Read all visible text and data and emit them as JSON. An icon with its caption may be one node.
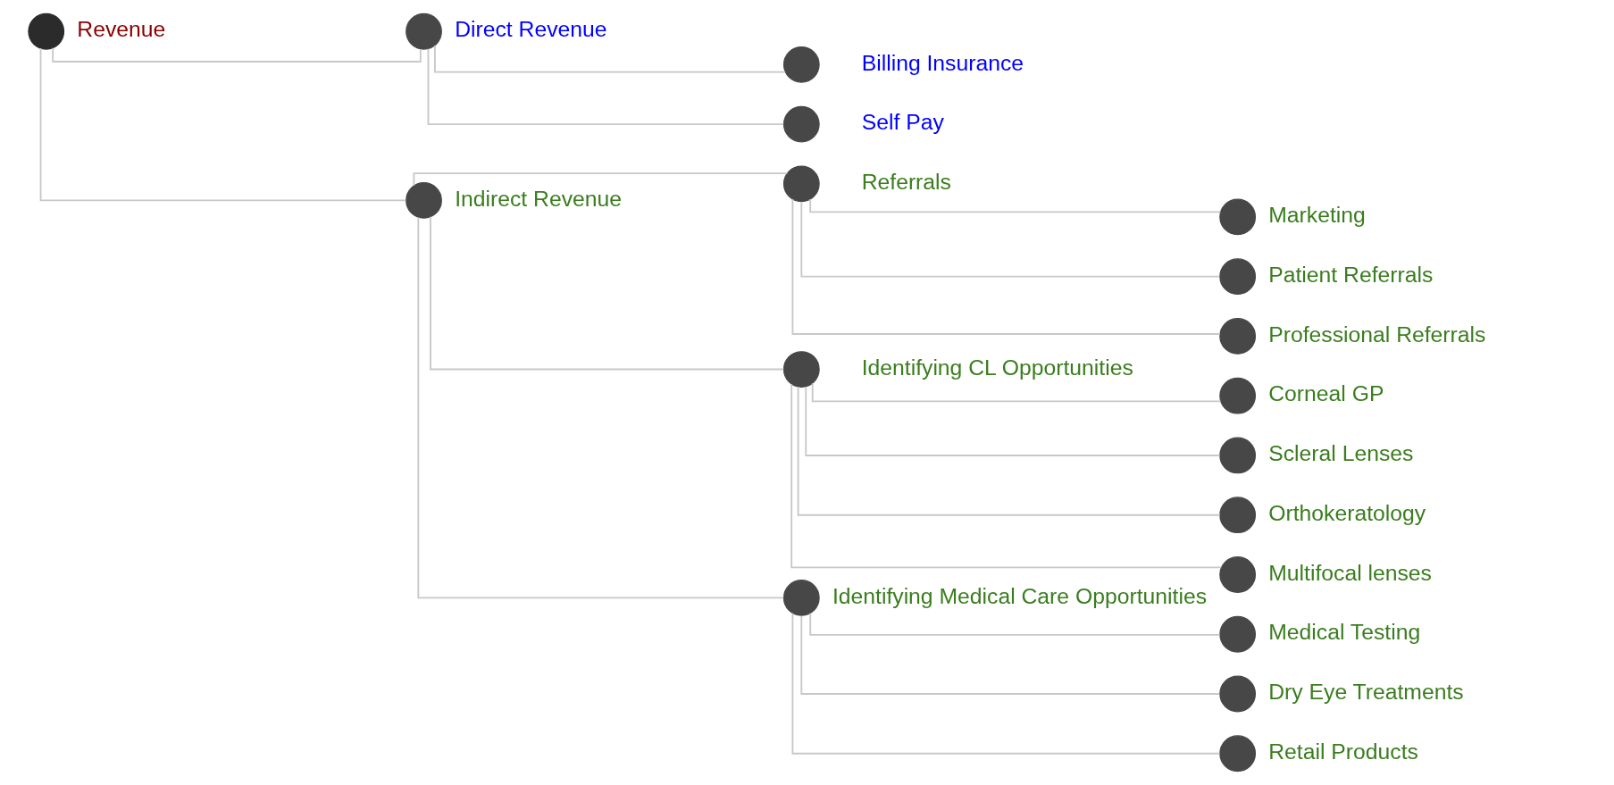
{
  "diagram": {
    "nodes": [
      {
        "text": [],
        "shape": "circle",
        "beside": [
          "Revenue"
        ]
      },
      {
        "text": [],
        "shape": "circle",
        "beside": [
          "Direct Revenue"
        ]
      },
      {
        "text": [],
        "shape": "circle",
        "beside": [
          "Billing Insurance"
        ]
      },
      {
        "text": [],
        "shape": "circle",
        "beside": [
          "Self Pay"
        ]
      },
      {
        "text": [],
        "shape": "circle",
        "beside": [
          "Indirect Revenue"
        ]
      },
      {
        "text": [],
        "shape": "circle",
        "beside": [
          "Referrals"
        ]
      },
      {
        "text": [],
        "shape": "circle",
        "beside": [
          "Marketing"
        ]
      },
      {
        "text": [],
        "shape": "circle",
        "beside": [
          "Patient Referrals"
        ]
      },
      {
        "text": [],
        "shape": "circle",
        "beside": [
          "Professional Referrals"
        ]
      },
      {
        "text": [],
        "shape": "circle",
        "beside": [
          "Identifying CL Opportunities"
        ]
      },
      {
        "text": [],
        "shape": "circle",
        "beside": [
          "Corneal GP"
        ]
      },
      {
        "text": [],
        "shape": "circle",
        "beside": [
          "Scleral Lenses"
        ]
      },
      {
        "text": [],
        "shape": "circle",
        "beside": [
          "Orthokeratology"
        ]
      },
      {
        "text": [],
        "shape": "circle",
        "beside": [
          "Multifocal lenses"
        ]
      },
      {
        "text": [],
        "shape": "circle",
        "beside": [
          "Identifying Medical Care Opportunities"
        ]
      },
      {
        "text": [],
        "shape": "circle",
        "beside": [
          "Medical Testing"
        ]
      },
      {
        "text": [],
        "shape": "circle",
        "beside": [
          "Dry Eye Treatments"
        ]
      },
      {
        "text": [],
        "shape": "circle",
        "beside": [
          "Retail Products"
        ]
      }
    ],
    "edges": [
      {
        "from": 0,
        "to": 1,
        "arrow": "none"
      },
      {
        "from": 0,
        "to": 4,
        "arrow": "none"
      },
      {
        "from": 1,
        "to": 2,
        "arrow": "none"
      },
      {
        "from": 1,
        "to": 3,
        "arrow": "none"
      },
      {
        "from": 4,
        "to": 5,
        "arrow": "none"
      },
      {
        "from": 4,
        "to": 9,
        "arrow": "none"
      },
      {
        "from": 4,
        "to": 14,
        "arrow": "none"
      },
      {
        "from": 5,
        "to": 6,
        "arrow": "none"
      },
      {
        "from": 5,
        "to": 7,
        "arrow": "none"
      },
      {
        "from": 5,
        "to": 8,
        "arrow": "none"
      },
      {
        "from": 9,
        "to": 10,
        "arrow": "none"
      },
      {
        "from": 9,
        "to": 11,
        "arrow": "none"
      },
      {
        "from": 9,
        "to": 12,
        "arrow": "none"
      },
      {
        "from": 9,
        "to": 13,
        "arrow": "none"
      },
      {
        "from": 14,
        "to": 15,
        "arrow": "none"
      },
      {
        "from": 14,
        "to": 16,
        "arrow": "none"
      },
      {
        "from": 14,
        "to": 17,
        "arrow": "none"
      }
    ]
  }
}
